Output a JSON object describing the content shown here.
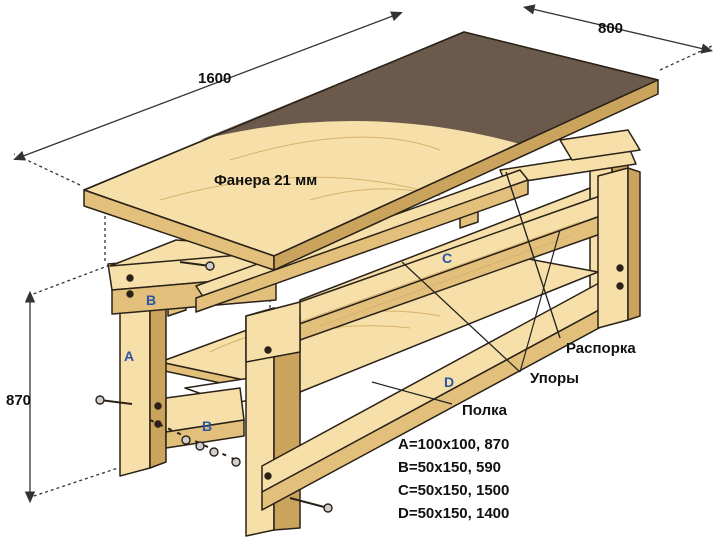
{
  "dimensions": {
    "length": "1600",
    "width": "800",
    "height": "870"
  },
  "labels": {
    "top": "Фанера 21 мм",
    "brace": "Распорка",
    "stops": "Упоры",
    "shelf": "Полка"
  },
  "parts": {
    "a": "A",
    "b_top": "B",
    "b_bottom": "B",
    "c": "C",
    "d": "D"
  },
  "specs": [
    "A=100x100, 870",
    "B=50x150, 590",
    "C=50x150, 1500",
    "D=50x150, 1400"
  ],
  "colors": {
    "wood": "#f6dfa8",
    "wood_dark": "#e2c07c",
    "wood_shadow": "#caa35d",
    "plywood_dark": "#6b5a4c",
    "outline": "#2a2218",
    "part_label": "#2a56a6"
  }
}
